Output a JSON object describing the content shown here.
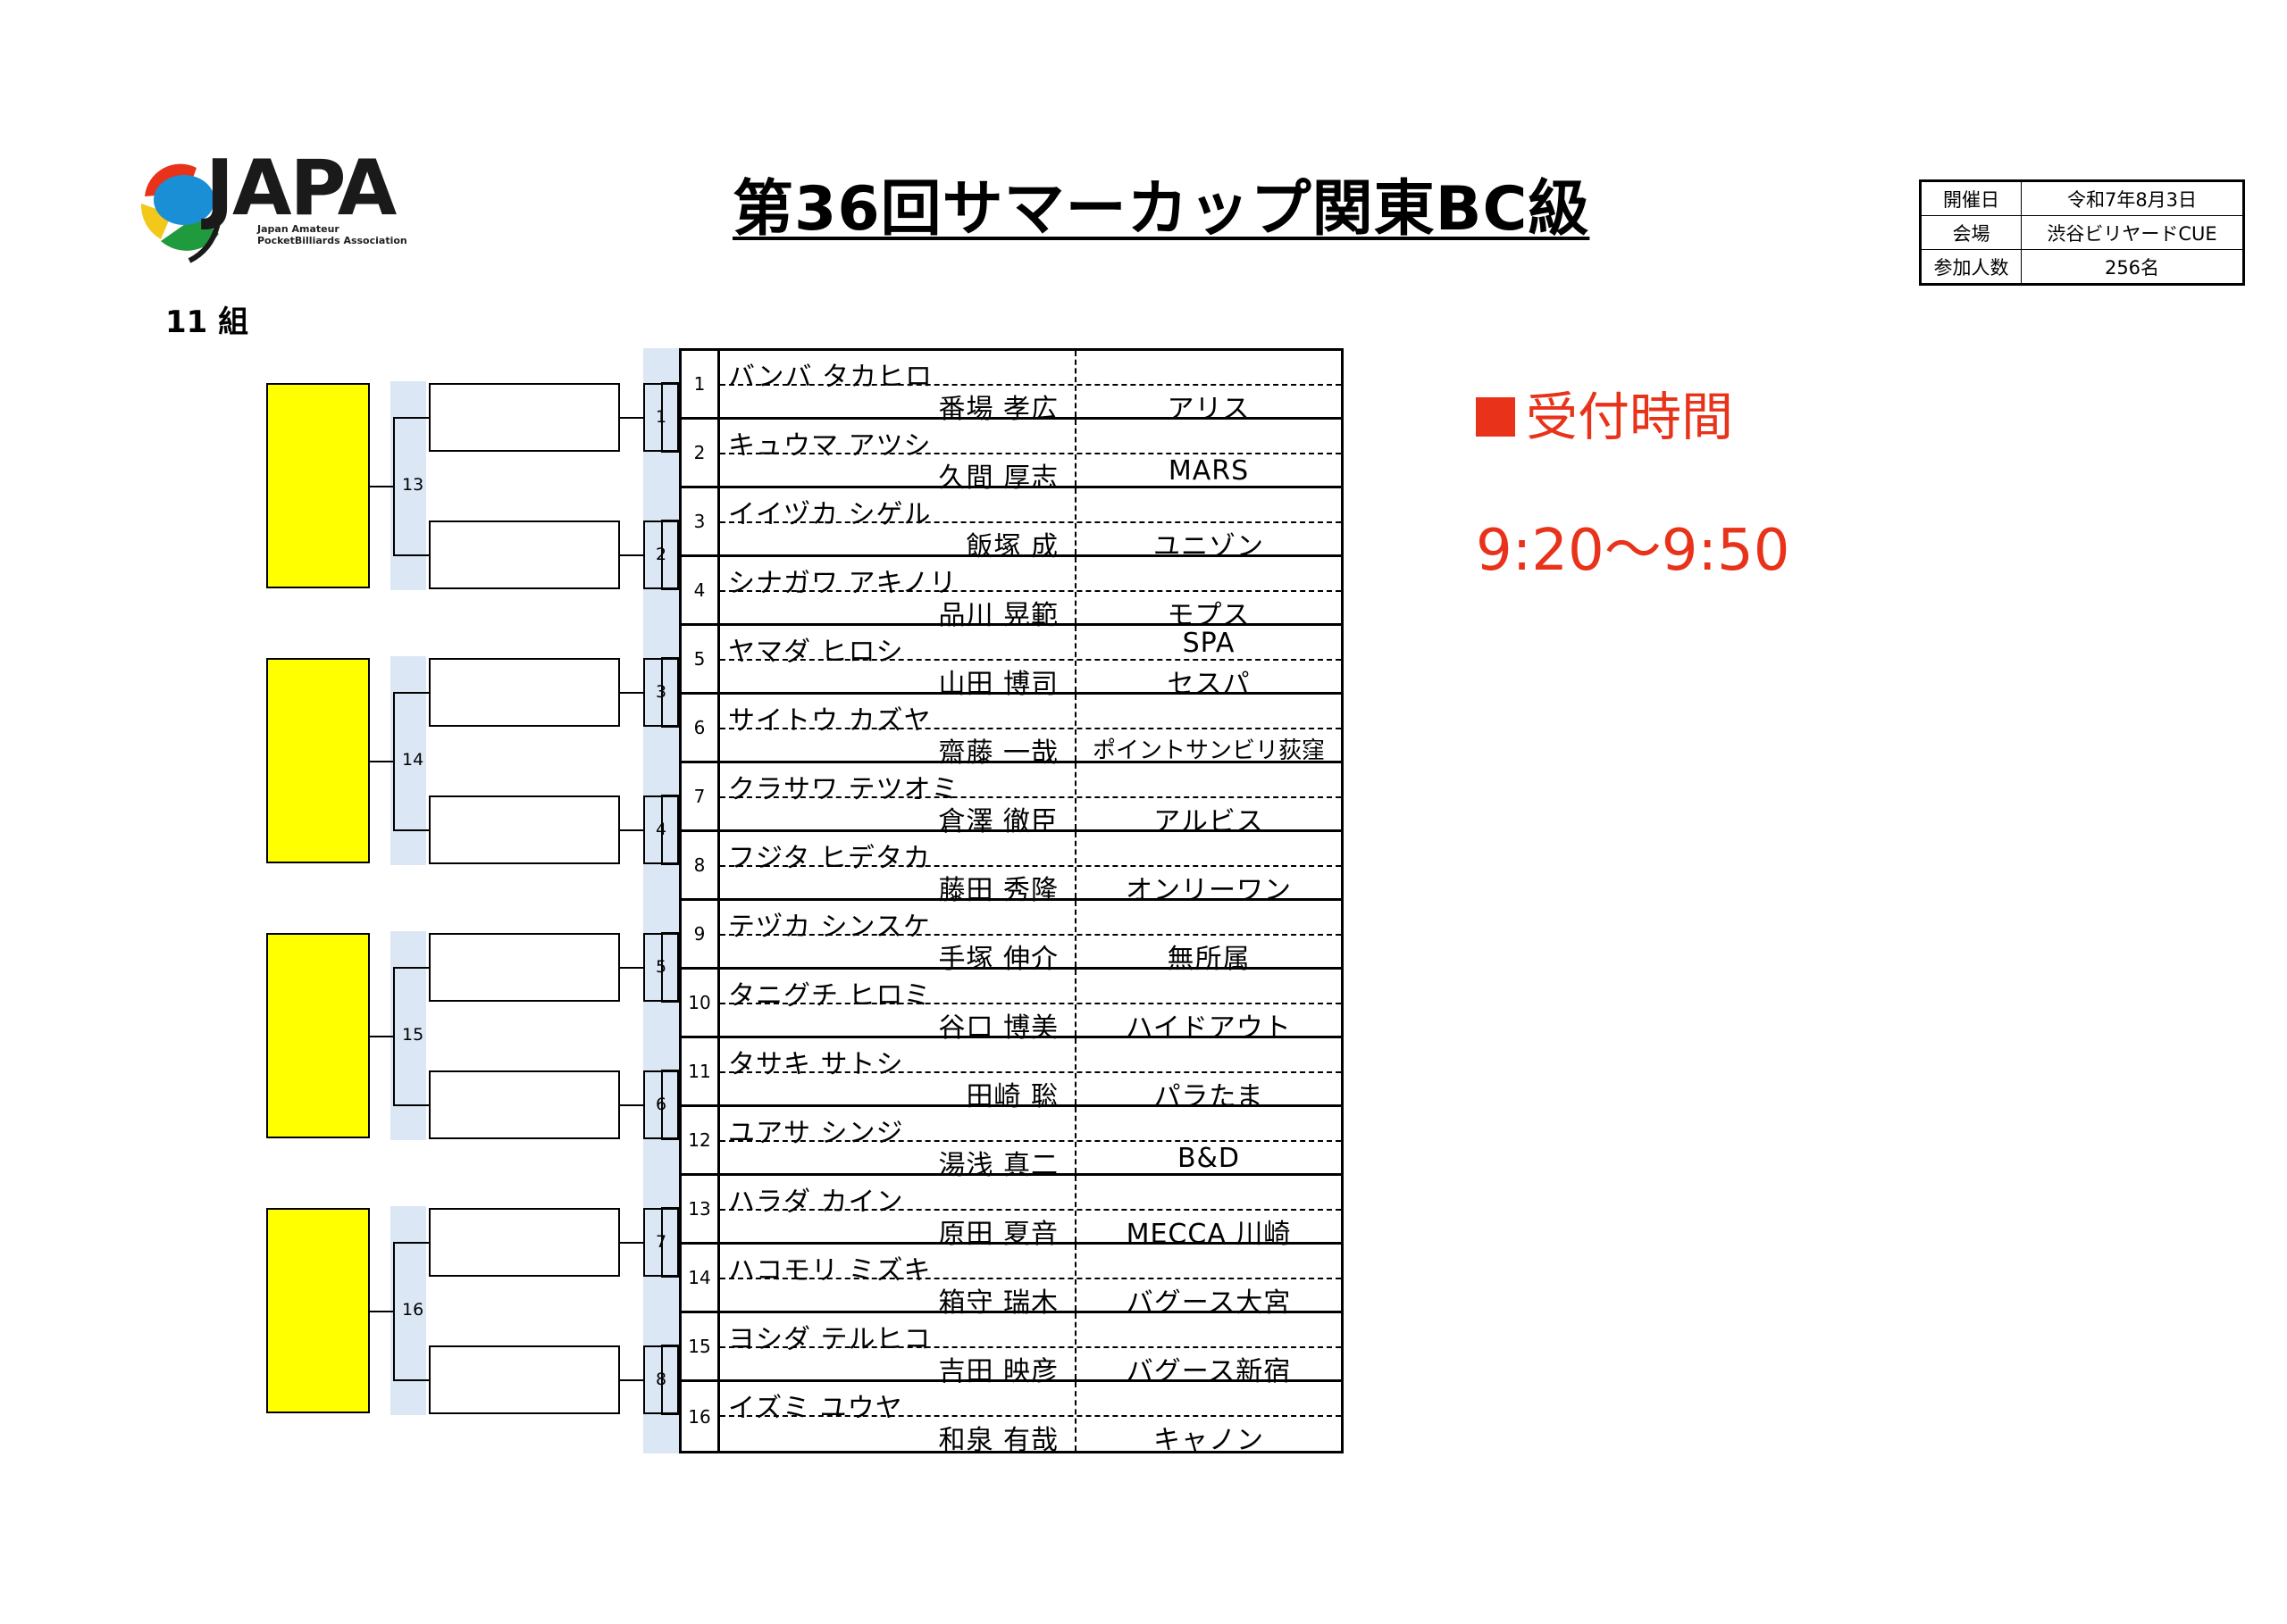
{
  "logo": {
    "text": "JAPA",
    "sub": [
      "Japan Amateur",
      "PocketBilliards Association"
    ]
  },
  "title": "第36回サマーカップ関東BC級",
  "info": [
    {
      "key": "開催日",
      "value": "令和7年8月3日"
    },
    {
      "key": "会場",
      "value": "渋谷ビリヤードCUE"
    },
    {
      "key": "参加人数",
      "value": "256名"
    }
  ],
  "group": "11 組",
  "reception": {
    "title": "受付時間",
    "time": "9:20〜9:50"
  },
  "bracket": {
    "round2_matches": [
      "1",
      "2",
      "3",
      "4",
      "5",
      "6",
      "7",
      "8"
    ],
    "round3_matches": [
      "13",
      "14",
      "15",
      "16"
    ]
  },
  "players": [
    {
      "seed": "1",
      "kana": "バンバ タカヒロ",
      "kanji": "番場 孝広",
      "club": "アリス"
    },
    {
      "seed": "2",
      "kana": "キュウマ アツシ",
      "kanji": "久間 厚志",
      "club": "MARS"
    },
    {
      "seed": "3",
      "kana": "イイヅカ シゲル",
      "kanji": "飯塚 成",
      "club": "ユニゾン"
    },
    {
      "seed": "4",
      "kana": "シナガワ アキノリ",
      "kanji": "品川 晃範",
      "club": "モプス"
    },
    {
      "seed": "5",
      "kana": "ヤマダ ヒロシ",
      "kanji": "山田 博司",
      "club": "セスパ",
      "club_top": "SPA"
    },
    {
      "seed": "6",
      "kana": "サイトウ カズヤ",
      "kanji": "齋藤 一哉",
      "club": "ポイントサンビリ荻窪"
    },
    {
      "seed": "7",
      "kana": "クラサワ テツオミ",
      "kanji": "倉澤 徹臣",
      "club": "アルビス"
    },
    {
      "seed": "8",
      "kana": "フジタ ヒデタカ",
      "kanji": "藤田 秀隆",
      "club": "オンリーワン"
    },
    {
      "seed": "9",
      "kana": "テヅカ シンスケ",
      "kanji": "手塚 伸介",
      "club": "無所属"
    },
    {
      "seed": "10",
      "kana": "タニグチ ヒロミ",
      "kanji": "谷口 博美",
      "club": "ハイドアウト"
    },
    {
      "seed": "11",
      "kana": "タサキ サトシ",
      "kanji": "田崎 聡",
      "club": "パラたま"
    },
    {
      "seed": "12",
      "kana": "ユアサ シンジ",
      "kanji": "湯浅 真二",
      "club": "B&D"
    },
    {
      "seed": "13",
      "kana": "ハラダ カイン",
      "kanji": "原田 夏音",
      "club": "MECCA 川崎"
    },
    {
      "seed": "14",
      "kana": "ハコモリ ミズキ",
      "kanji": "箱守 瑞木",
      "club": "バグース大宮"
    },
    {
      "seed": "15",
      "kana": "ヨシダ テルヒコ",
      "kanji": "吉田 映彦",
      "club": "バグース新宿"
    },
    {
      "seed": "16",
      "kana": "イズミ ユウヤ",
      "kanji": "和泉 有哉",
      "club": "キャノン"
    }
  ],
  "colors": {
    "accent": "#e8321a",
    "yellow": "#ffff00",
    "shade": "#dbe7f4"
  }
}
